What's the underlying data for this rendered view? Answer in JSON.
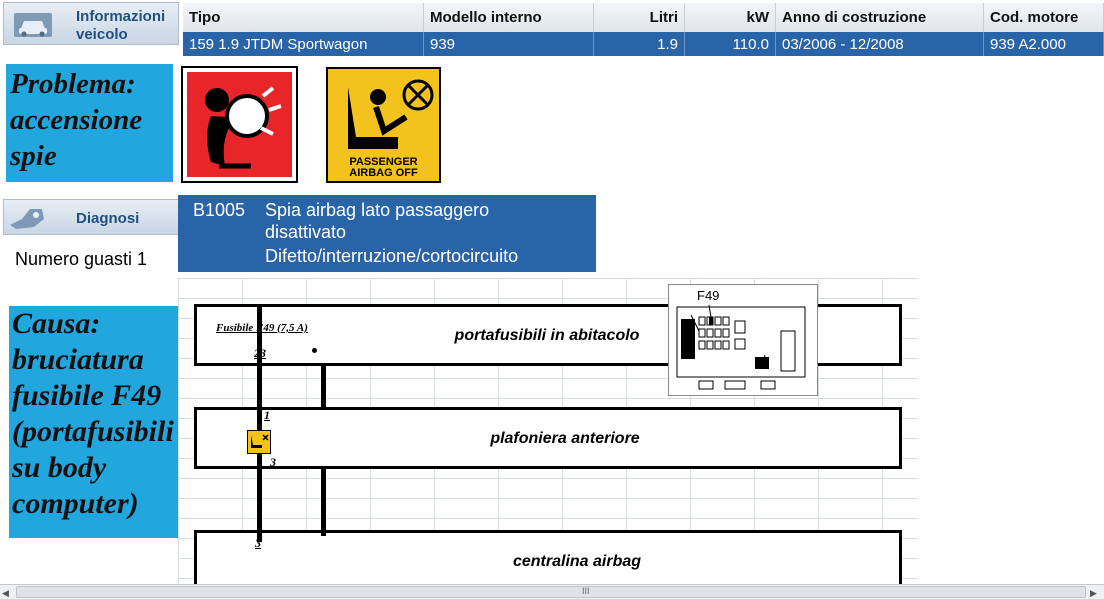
{
  "vehicle_tab": {
    "label": "Informazioni veicolo"
  },
  "vehicle_table": {
    "headers": [
      "Tipo",
      "Modello interno",
      "Litri",
      "kW",
      "Anno di costruzione",
      "Cod. motore"
    ],
    "row": [
      "159 1.9 JTDM Sportwagon",
      "939",
      "1.9",
      "110.0",
      "03/2006 - 12/2008",
      "939 A2.000"
    ]
  },
  "problem_note": "Problema: accensione spie",
  "warning_icons": {
    "passenger_airbag_text": "PASSENGER AIRBAG OFF"
  },
  "diagnosis_tab": {
    "label": "Diagnosi"
  },
  "fault_count": "Numero guasti 1",
  "fault_box": {
    "code": "B1005",
    "line1": "Spia airbag lato passaggero",
    "line2": "disattivato",
    "line3": "Difetto/interruzione/cortocircuito"
  },
  "cause_note": "Causa: bruciatura fusibile F49 (portafusibili su body computer)",
  "diagram": {
    "fuse_label": "Fusibile F49 (7,5 A)",
    "fuse_box_ref": "F49",
    "components": [
      "portafusibili in abitacolo",
      "plafoniera anteriore",
      "centralina airbag"
    ],
    "pins": [
      "23",
      "1",
      "3",
      "3"
    ]
  },
  "scrollbar": {
    "thumb_glyph": "III"
  },
  "colors": {
    "accent_blue": "#2a64a8",
    "cyan_note": "#21a6de",
    "warning_red": "#e8262a",
    "warning_yellow": "#f4c21c"
  }
}
